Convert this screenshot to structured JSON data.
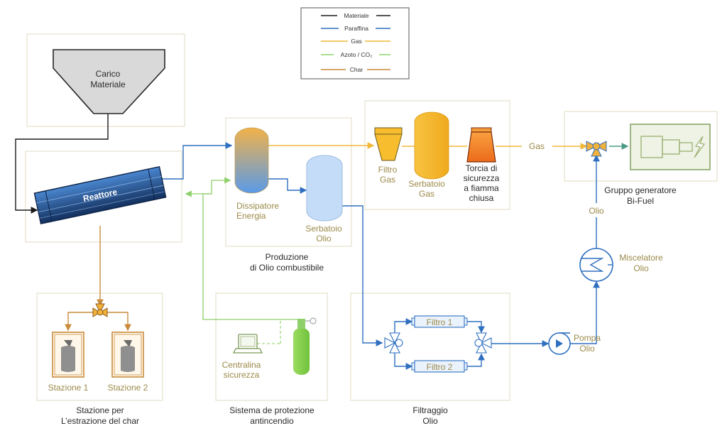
{
  "colors": {
    "material": "#1a1a1a",
    "paraffin": "#2e6fc0",
    "gas": "#f0b83a",
    "nitrogen": "#8ed06a",
    "char": "#c98a3c",
    "box_border": "#e7e3cf"
  },
  "legend": {
    "items": [
      "Materiale",
      "Paraffina",
      "Gas",
      "Azoto / CO₂",
      "Char"
    ]
  },
  "loading": {
    "label_line1": "Carico",
    "label_line2": "Materiale"
  },
  "reactor": {
    "label": "Reattore"
  },
  "oil_production": {
    "dissipator_line1": "Dissipatore",
    "dissipator_line2": "Energia",
    "oil_tank_line1": "Serbatoio",
    "oil_tank_line2": "Olio",
    "caption_line1": "Produzione",
    "caption_line2": "di Olio combustibile"
  },
  "gas_section": {
    "filter_line1": "Filtro",
    "filter_line2": "Gas",
    "tank_line1": "Serbatoio",
    "tank_line2": "Gas",
    "flare_line1": "Torcia di",
    "flare_line2": "sicurezza",
    "flare_line3": "a fiamma",
    "flare_line4": "chiusa",
    "gas_flow_label": "Gas"
  },
  "generator": {
    "caption_line1": "Gruppo generatore",
    "caption_line2": "Bi-Fuel",
    "oil_label": "Olio"
  },
  "mixer": {
    "label_line1": "Miscelatore",
    "label_line2": "Olio"
  },
  "pump": {
    "label_line1": "Pompa",
    "label_line2": "Olio"
  },
  "filtration": {
    "filter1": "Filtro 1",
    "filter2": "Filtro 2",
    "caption_line1": "Filtraggio",
    "caption_line2": "Olio"
  },
  "fire_system": {
    "control_line1": "Centralina",
    "control_line2": "sicurezza",
    "caption_line1": "Sistema de protezione",
    "caption_line2": "antincendio"
  },
  "char_station": {
    "station1": "Stazione 1",
    "station2": "Stazione 2",
    "caption_line1": "Stazione per",
    "caption_line2": "L’estrazione del char"
  }
}
